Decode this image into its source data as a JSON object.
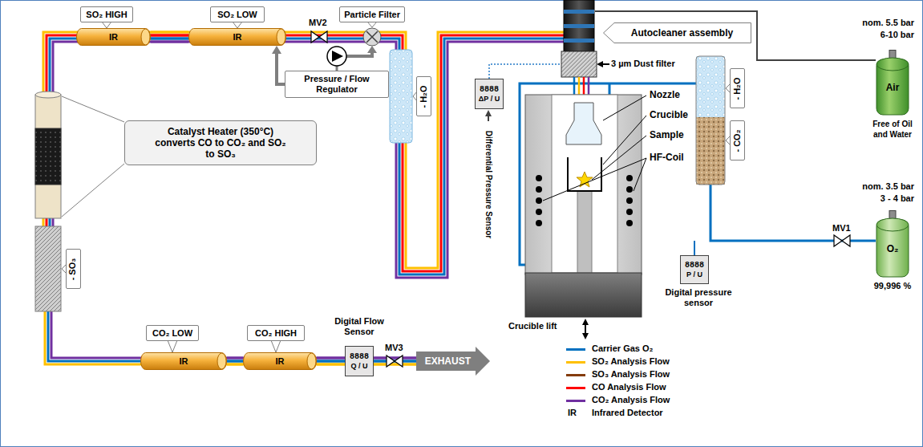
{
  "diagram": {
    "nodes": [
      {
        "text": [
          "SO₂ HIGH"
        ]
      },
      {
        "text": [
          "IR"
        ]
      },
      {
        "text": [
          "SO₂ LOW"
        ]
      },
      {
        "text": [
          "IR"
        ]
      },
      {
        "text": [
          "Particle Filter"
        ]
      },
      {
        "text": [
          "Pressure / Flow Regulator"
        ]
      },
      {
        "text": [
          "- H₂O"
        ]
      },
      {
        "text": [
          "Autocleaner assembly"
        ]
      },
      {
        "text": [
          "8888",
          "ΔP / U"
        ]
      },
      {
        "text": [
          "Air"
        ]
      },
      {
        "text": [
          "Catalyst Heater (350°C) converts CO to CO₂ and SO₂ to SO₃"
        ]
      },
      {
        "text": [
          "- H₂O"
        ]
      },
      {
        "text": [
          "- CO₂"
        ]
      },
      {
        "text": [
          "8888",
          "P / U"
        ]
      },
      {
        "text": [
          "O₂"
        ]
      },
      {
        "text": [
          "- SO₃"
        ]
      },
      {
        "text": [
          "CO₂ LOW"
        ]
      },
      {
        "text": [
          "CO₂ HIGH"
        ]
      },
      {
        "text": [
          "IR"
        ]
      },
      {
        "text": [
          "IR"
        ]
      },
      {
        "text": [
          "8888",
          "Q / U"
        ]
      },
      {
        "text": [
          "EXHAUST"
        ]
      }
    ],
    "edges": [
      {
        "from": 3,
        "to": 1,
        "arrow": "none"
      },
      {
        "from": 18,
        "to": 19,
        "arrow": "none"
      },
      {
        "from": 19,
        "to": 20,
        "arrow": "none"
      },
      {
        "from": 20,
        "to": 21,
        "arrow": "none"
      },
      {
        "from": 5,
        "to": 3,
        "arrow": "to"
      }
    ],
    "labels": [
      "MV2",
      "MV1",
      "MV3",
      "3 µm Dust filter",
      "Differential Pressure Sensor",
      "Nozzle",
      "Crucible",
      "Sample",
      "HF-Coil",
      "Crucible lift",
      "nom. 5.5 bar",
      "6-10 bar",
      "Free of Oil and Water",
      "nom. 3.5 bar",
      "3 - 4 bar",
      "99,996 %",
      "Digital pressure sensor",
      "Digital Flow Sensor",
      "IR"
    ],
    "legend": [
      {
        "text": "Carrier Gas O₂",
        "color": "#0070c0"
      },
      {
        "text": "SO₂ Analysis Flow",
        "color": "#ffc000"
      },
      {
        "text": "SO₃ Analysis Flow",
        "color": "#843c0c"
      },
      {
        "text": "CO Analysis Flow",
        "color": "#ff0000"
      },
      {
        "text": "CO₂ Analysis Flow",
        "color": "#7030a0"
      },
      {
        "text": "Infrared Detector"
      }
    ]
  }
}
